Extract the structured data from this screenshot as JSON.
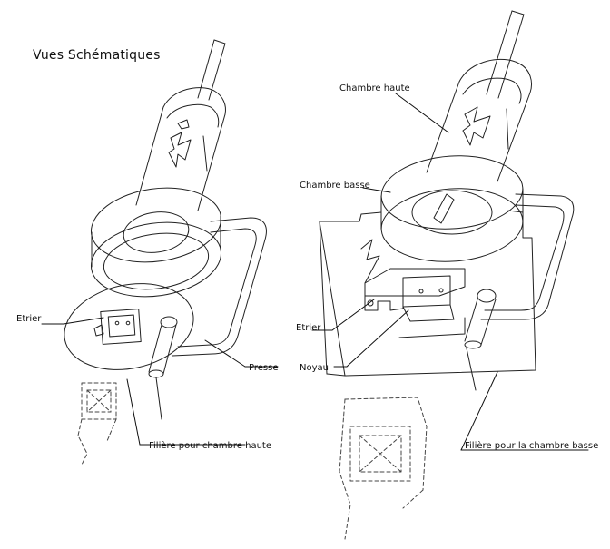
{
  "title": "Vues Schématiques",
  "left_view": {
    "labels": {
      "etrier": "Etrier",
      "presse": "Presse",
      "filiere": "Filière pour chambre haute"
    }
  },
  "right_view": {
    "labels": {
      "chambre_haute": "Chambre haute",
      "chambre_basse": "Chambre basse",
      "etrier": "Etrier",
      "noyau": "Noyau",
      "filiere": "Filière pour la chambre basse"
    }
  }
}
